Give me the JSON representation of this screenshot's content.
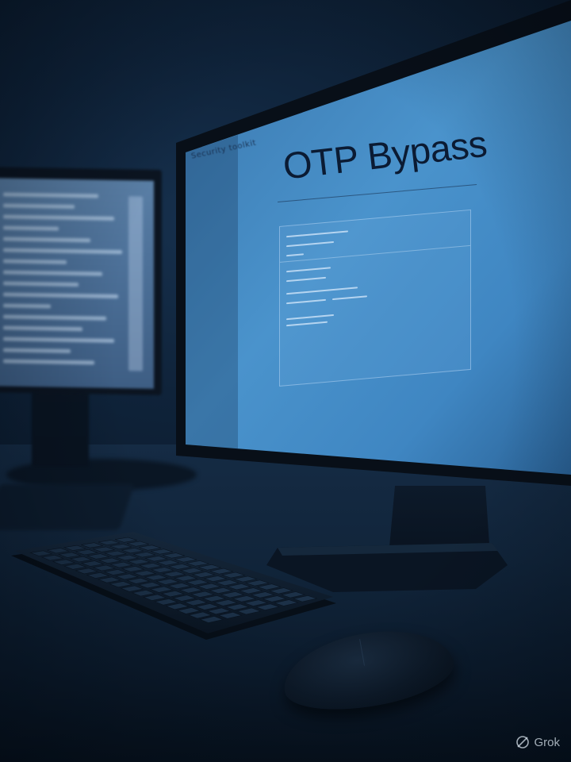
{
  "screen": {
    "title": "OTP Bypass",
    "tab_label": "Security toolkit"
  },
  "watermark": {
    "label": "Grok",
    "icon": "grok-logo-icon"
  },
  "colors": {
    "screen_light": "#5aa3d8",
    "screen_dark": "#2f6fa8",
    "title_text": "#0b1b33",
    "background": "#0c1d31"
  }
}
